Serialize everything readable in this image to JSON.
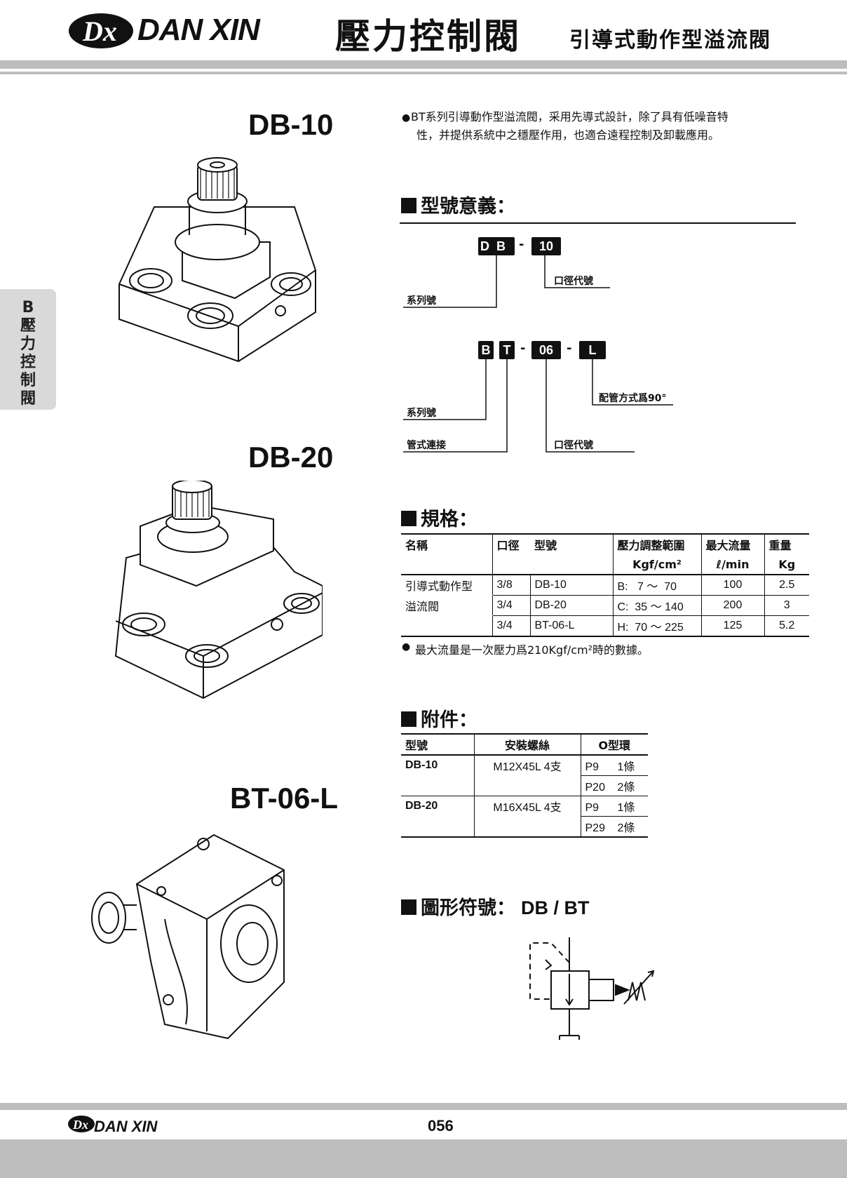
{
  "header": {
    "brand": "DAN XIN",
    "title": "壓力控制閥",
    "subtitle": "引導式動作型溢流閥"
  },
  "side_tab": [
    "B",
    "壓",
    "力",
    "控",
    "制",
    "閥"
  ],
  "products": {
    "db10": "DB-10",
    "db20": "DB-20",
    "bt06l": "BT-06-L"
  },
  "description": {
    "line1": "BT系列引導動作型溢流閥，采用先導式設計，除了具有低噪音特",
    "line2": "性，并提供系統中之穩壓作用，也適合遠程控制及卸載應用。"
  },
  "model_meaning": {
    "heading": "型號意義：",
    "code1": {
      "c1": "D",
      "c2": "B",
      "dash": "-",
      "size": "10"
    },
    "code1_labels": {
      "series": "系列號",
      "bore": "口徑代號"
    },
    "code2": {
      "c1": "B",
      "c2": "T",
      "dash1": "-",
      "size": "06",
      "dash2": "-",
      "suffix": "L"
    },
    "code2_labels": {
      "series": "系列號",
      "pipe": "管式連接",
      "bore": "口徑代號",
      "piping": "配管方式爲90°"
    }
  },
  "specs": {
    "heading": "規格：",
    "headers": {
      "name": "名稱",
      "bore": "口徑",
      "model": "型號",
      "pressure": "壓力調整範圍",
      "pressure_unit": "Kgf/cm²",
      "flow": "最大流量",
      "flow_unit": "ℓ/min",
      "weight": "重量",
      "weight_unit": "Kg"
    },
    "name1": "引導式動作型",
    "name2": "溢流閥",
    "rows": [
      {
        "bore": "3/8",
        "model": "DB-10",
        "pressure": "B:   7 ～  70",
        "flow": "100",
        "weight": "2.5"
      },
      {
        "bore": "3/4",
        "model": "DB-20",
        "pressure": "C:  35 ～ 140",
        "flow": "200",
        "weight": "3"
      },
      {
        "bore": "3/4",
        "model": "BT-06-L",
        "pressure": "H:  70 ～ 225",
        "flow": "125",
        "weight": "5.2"
      }
    ],
    "note": "最大流量是一次壓力爲210Kgf/cm²時的數據。"
  },
  "accessories": {
    "heading": "附件：",
    "headers": {
      "model": "型號",
      "bolts": "安裝螺絲",
      "oring": "O型環"
    },
    "rows": [
      {
        "model": "DB-10",
        "bolts": "M12X45L  4支",
        "o1": "P9",
        "q1": "1條",
        "o2": "P20",
        "q2": "2條"
      },
      {
        "model": "DB-20",
        "bolts": "M16X45L  4支",
        "o1": "P9",
        "q1": "1條",
        "o2": "P29",
        "q2": "2條"
      }
    ]
  },
  "symbol": {
    "heading": "圖形符號：",
    "models": "DB / BT"
  },
  "footer": {
    "brand": "DAN XIN",
    "page": "056"
  }
}
